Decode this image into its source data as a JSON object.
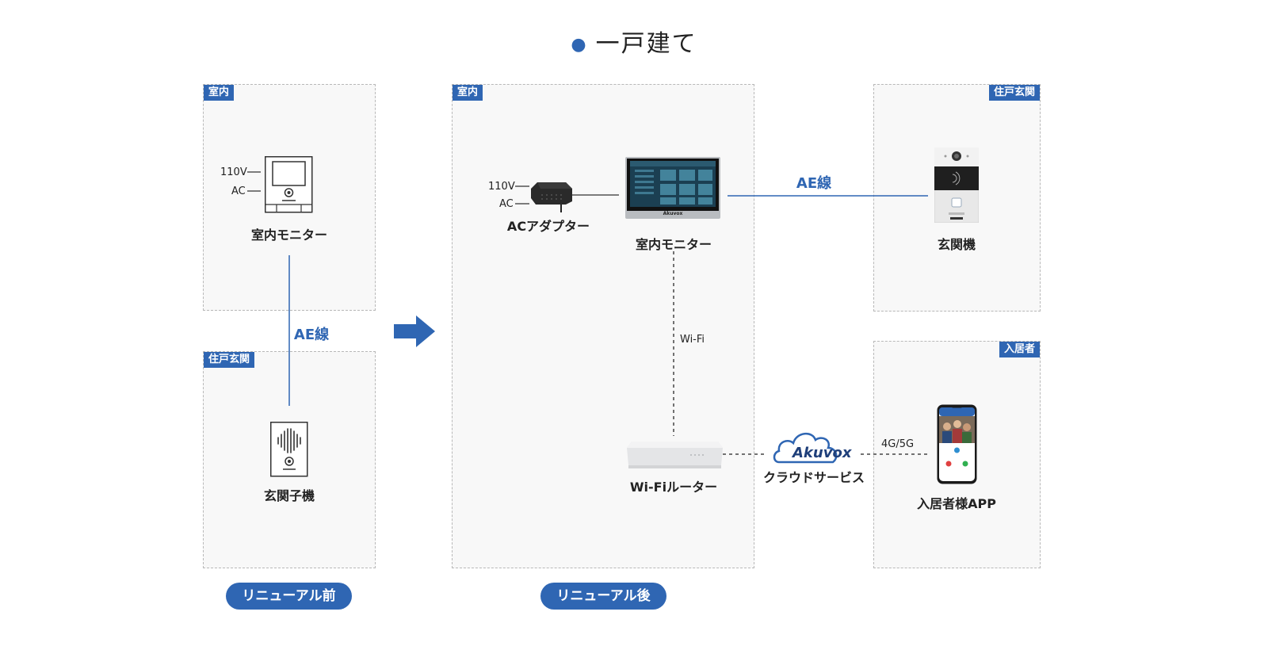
{
  "title": "一戸建て",
  "before": {
    "indoor_tag": "室内",
    "entrance_tag": "住戸玄関",
    "power_v": "110V",
    "power_ac": "AC",
    "monitor_label": "室内モニター",
    "cable_label": "AE線",
    "door_unit_label": "玄関子機",
    "caption": "リニューアル前"
  },
  "after": {
    "indoor_tag": "室内",
    "power_v": "110V",
    "power_ac": "AC",
    "adapter_label": "ACアダプター",
    "monitor_label": "室内モニター",
    "monitor_brand": "Akuvox",
    "wifi_label": "Wi-Fi",
    "router_label": "Wi-Fiルーター",
    "caption": "リニューアル後"
  },
  "entrance": {
    "tag": "住戸玄関",
    "cable_label": "AE線",
    "device_label": "玄関機"
  },
  "resident": {
    "tag": "入居者",
    "network_label": "4G/5G",
    "app_label": "入居者様APP"
  },
  "cloud": {
    "logo": "Akuvox",
    "label": "クラウドサービス"
  },
  "colors": {
    "accent": "#2f66b3"
  }
}
